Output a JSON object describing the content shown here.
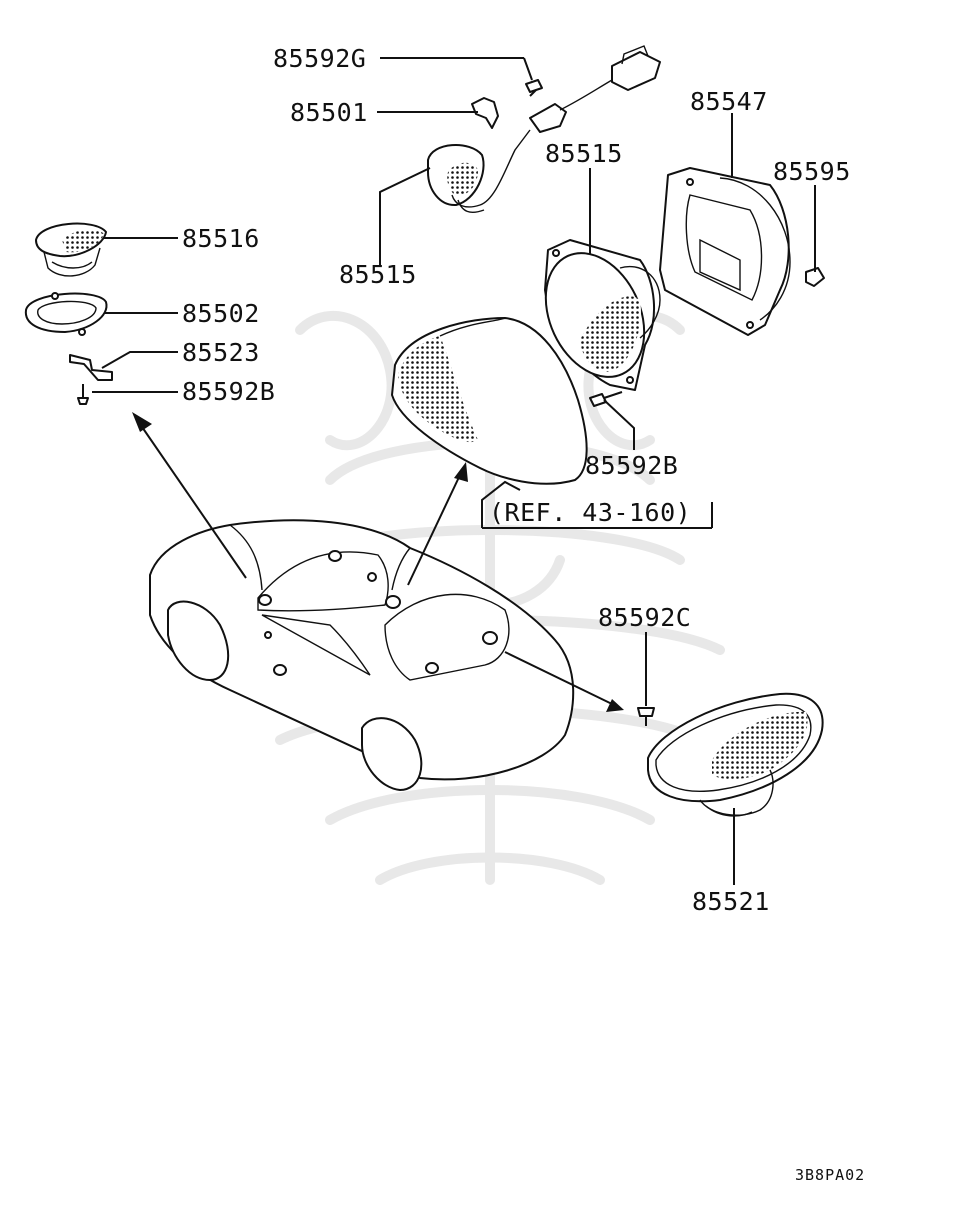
{
  "diagram_code": "3B8PA02",
  "callouts": [
    {
      "id": "85592G",
      "text": "85592G"
    },
    {
      "id": "85501",
      "text": "85501"
    },
    {
      "id": "85515a",
      "text": "85515"
    },
    {
      "id": "85515b",
      "text": "85515"
    },
    {
      "id": "85547",
      "text": "85547"
    },
    {
      "id": "85595",
      "text": "85595"
    },
    {
      "id": "85516",
      "text": "85516"
    },
    {
      "id": "85502",
      "text": "85502"
    },
    {
      "id": "85523",
      "text": "85523"
    },
    {
      "id": "85592Ba",
      "text": "85592B"
    },
    {
      "id": "85592Bb",
      "text": "85592B"
    },
    {
      "id": "85592C",
      "text": "85592C"
    },
    {
      "id": "85521",
      "text": "85521"
    }
  ],
  "reference_note": "(REF. 43-160)"
}
